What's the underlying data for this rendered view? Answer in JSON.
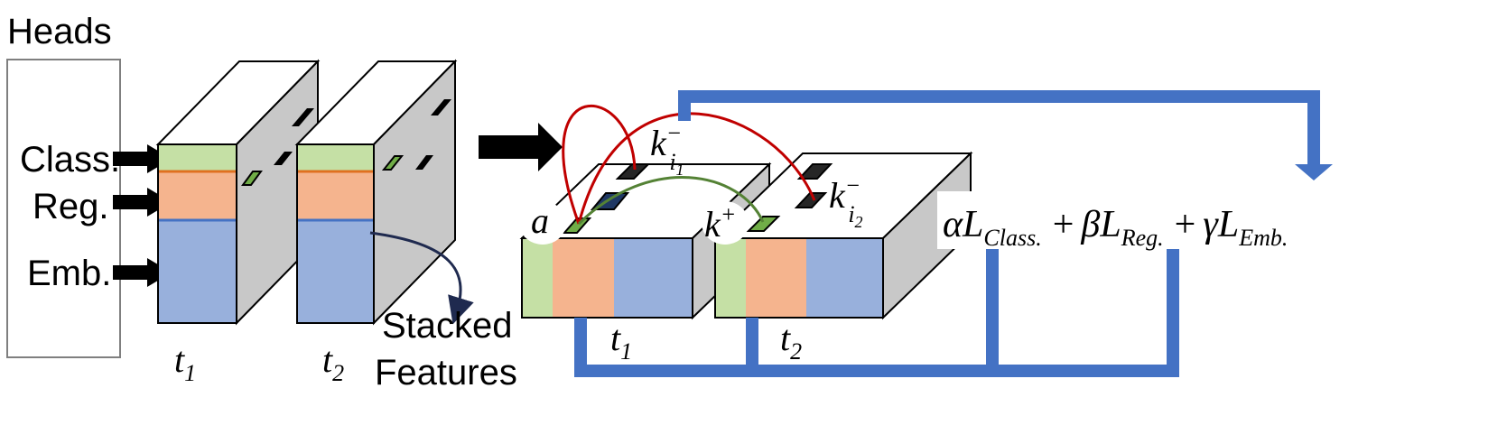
{
  "heads": {
    "title": "Heads",
    "labels": [
      "Class.",
      "Reg.",
      "Emb."
    ]
  },
  "left_blocks": {
    "t1": {
      "var": "t",
      "sub": "1"
    },
    "t2": {
      "var": "t",
      "sub": "2"
    },
    "stacked_label_line1": "Stacked",
    "stacked_label_line2": "Features"
  },
  "right_blocks": {
    "t1": {
      "var": "t",
      "sub": "1"
    },
    "t2": {
      "var": "t",
      "sub": "2"
    },
    "anchor_label": "a",
    "positive_label": {
      "var": "k",
      "sup": "+"
    },
    "negative_label_1": {
      "var": "k",
      "sub": "i",
      "subsub": "1",
      "sup": "−"
    },
    "negative_label_2": {
      "var": "k",
      "sub": "i",
      "subsub": "2",
      "sup": "−"
    }
  },
  "loss": {
    "alpha": "α",
    "beta": "β",
    "gamma": "γ",
    "L": "L",
    "plus": "+",
    "class_sub": "Class.",
    "reg_sub": "Reg.",
    "emb_sub": "Emb."
  },
  "colors": {
    "class_band": "#c5e0a5",
    "reg_band": "#f5b48e",
    "emb_band": "#98b0dc",
    "block_side": "#c8c8c8",
    "blue_arrow": "#4472c4",
    "red_curve": "#c00000",
    "green_curve": "#548235",
    "green_patch": "#70ad47",
    "dark_patch": "#262626"
  }
}
